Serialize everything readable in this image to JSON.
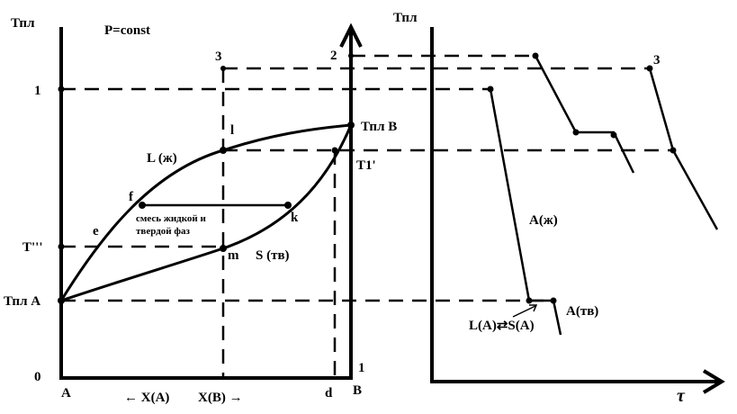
{
  "left_diagram": {
    "y_axis_label": "Тпл",
    "condition": "P=const",
    "tick_1": "1",
    "tick_0": "0",
    "label_3": "3",
    "label_2": "2",
    "label_l": "l",
    "label_TplB": "Тпл В",
    "label_T1": "T1'",
    "label_L": "L (ж)",
    "label_f": "f",
    "label_k": "k",
    "label_e": "e",
    "mix_line1": "смесь жидкой и",
    "mix_line2": "твердой фаз",
    "label_T3": "T'''",
    "label_m": "m",
    "label_S": "S (тв)",
    "label_TplA": "Тпл А",
    "label_A": "A",
    "label_XA": "← X(A)",
    "label_XB": "X(B) →",
    "label_d": "d",
    "label_B": "B",
    "label_1_bottom": "1"
  },
  "right_diagram": {
    "y_axis_label": "Тпл",
    "label_3": "3",
    "label_Aliq": "A(ж)",
    "label_Asol": "A(тв)",
    "label_equil": "L(A)⇄S(A)",
    "x_axis_label": "τ"
  }
}
